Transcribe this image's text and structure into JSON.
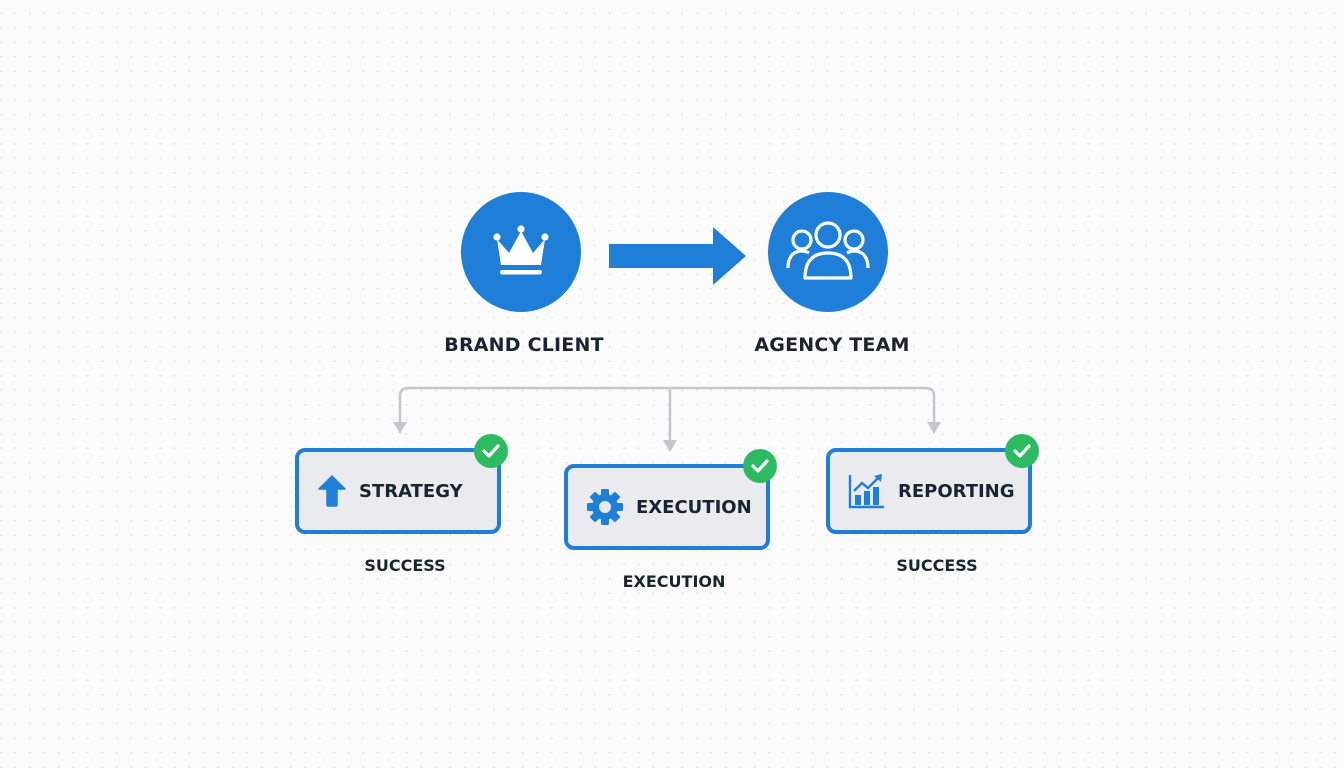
{
  "nodes": {
    "brand": {
      "label": "BRAND CLIENT",
      "icon": "crown-icon"
    },
    "agency": {
      "label": "AGENCY TEAM",
      "icon": "users-group-icon"
    }
  },
  "flow_arrow": {
    "from": "BRAND CLIENT",
    "to": "AGENCY TEAM"
  },
  "cards": [
    {
      "label": "STRATEGY",
      "icon": "arrow-up-icon",
      "status": "check-icon",
      "caption": "SUCCESS"
    },
    {
      "label": "EXECUTION",
      "icon": "gear-icon",
      "status": "check-icon",
      "caption": "EXECUTION"
    },
    {
      "label": "REPORTING",
      "icon": "chart-growth-icon",
      "status": "check-icon",
      "caption": "SUCCESS"
    }
  ],
  "colors": {
    "primary": "#1f7fd8",
    "success": "#2dbb62",
    "connector": "#c4c6ca",
    "text": "#1a2332",
    "card_bg": "#e9ebee"
  }
}
